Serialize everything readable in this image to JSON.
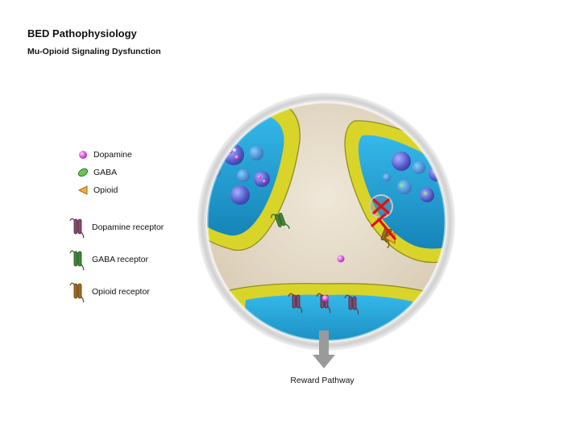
{
  "header": {
    "title": "BED Pathophysiology",
    "subtitle": "Mu-Opioid Signaling Dysfunction"
  },
  "legend": {
    "dopamine": "Dopamine",
    "gaba": "GABA",
    "opioid": "Opioid",
    "dopamine_receptor": "Dopamine receptor",
    "gaba_receptor": "GABA receptor",
    "opioid_receptor": "Opioid receptor"
  },
  "diagram": {
    "caption": "Reward Pathway"
  },
  "colors": {
    "dopamine": "#d63bd6",
    "gaba": "#5db84a",
    "opioid": "#e0a030",
    "dopamine_receptor": "#6a3a55",
    "gaba_receptor": "#2f6b2a",
    "opioid_receptor": "#7a5418",
    "cytoplasm": "#1aa3d9",
    "membrane": "#d8d42a",
    "synapse": "#e8dfcf",
    "block": "#e01010"
  }
}
